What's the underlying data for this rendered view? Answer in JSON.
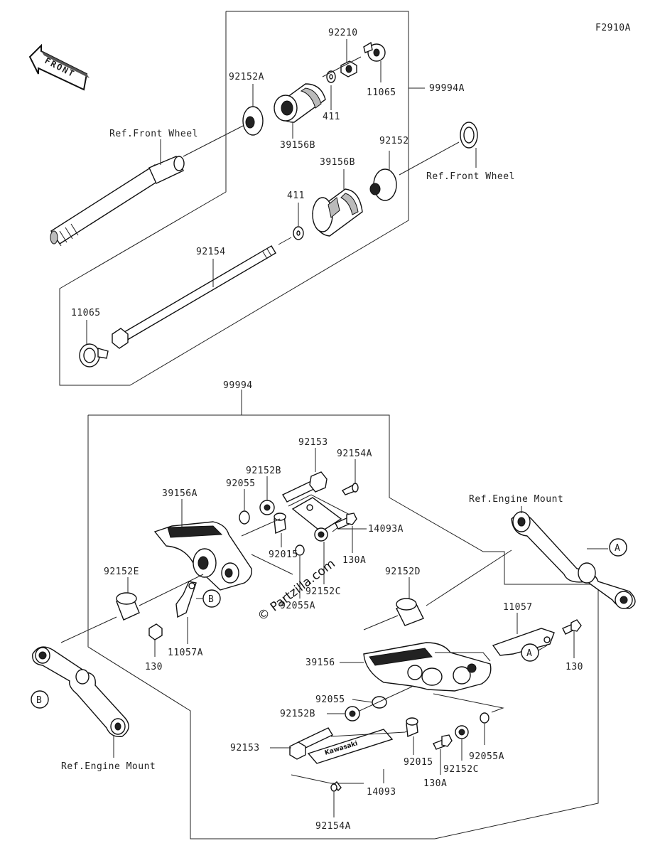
{
  "figure_code": "F2910A",
  "front_arrow": "FRONT",
  "watermark": "© Partzilla.com",
  "brand_plate_text": "Kawasaki",
  "labels": {
    "p92210": "92210",
    "p92152A": "92152A",
    "p11065_top": "11065",
    "p411_top": "411",
    "p99994A": "99994A",
    "p39156B_top": "39156B",
    "ref_front_wheel_left": "Ref.Front Wheel",
    "p92152": "92152",
    "p39156B_mid": "39156B",
    "ref_front_wheel_right": "Ref.Front Wheel",
    "p411_mid": "411",
    "p92154": "92154",
    "p11065_bottom": "11065",
    "p99994": "99994",
    "p92153_top": "92153",
    "p92154A_top": "92154A",
    "p92152B_top": "92152B",
    "p92055_top": "92055",
    "p39156A": "39156A",
    "ref_engine_mount_top": "Ref.Engine Mount",
    "p14093A": "14093A",
    "p92015_top": "92015",
    "p130A_top": "130A",
    "p92152E": "92152E",
    "p92152C_top": "92152C",
    "p92055A_top": "92055A",
    "p92152D": "92152D",
    "p11057": "11057",
    "p130_left": "130",
    "p11057A": "11057A",
    "p130_right": "130",
    "p39156": "39156",
    "p92055_bottom": "92055",
    "p92152B_bottom": "92152B",
    "p92153_bottom": "92153",
    "p92015_bottom": "92015",
    "p92055A_bottom": "92055A",
    "p92152C_bottom": "92152C",
    "p130A_bottom": "130A",
    "p14093": "14093",
    "p92154A_bottom": "92154A",
    "ref_engine_mount_bottom": "Ref.Engine Mount",
    "callout_A_top": "A",
    "callout_B_left_upper": "B",
    "callout_A_lower": "A",
    "callout_B_left_lower": "B"
  }
}
